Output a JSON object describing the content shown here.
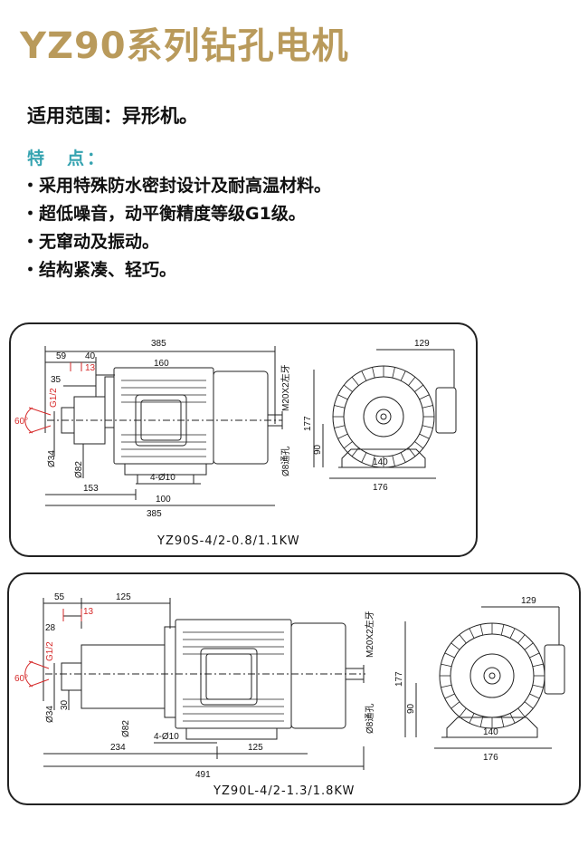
{
  "title": "YZ90系列钻孔电机",
  "scope": "适用范围：异形机。",
  "features_heading": "特　点：",
  "features": [
    "・采用特殊防水密封设计及耐高温材料。",
    "・超低噪音，动平衡精度等级G1级。",
    "・无窜动及振动。",
    "・结构紧凑、轻巧。"
  ],
  "diagrams": [
    {
      "caption": "YZ90S-4/2-0.8/1.1KW",
      "dims": {
        "d385_top": "385",
        "d59": "59",
        "d40": "40",
        "d13": "13",
        "d35": "35",
        "d160": "160",
        "g12": "G1/2",
        "angle": "60°",
        "d34": "Ø34",
        "d82": "Ø82",
        "holes": "4-Ø10",
        "d153": "153",
        "d100": "100",
        "d385_bot": "385",
        "thread": "M20X2左牙",
        "bore": "Ø8通孔",
        "d129": "129",
        "d177": "177",
        "d90": "90",
        "d140": "140",
        "d176": "176"
      }
    },
    {
      "caption": "YZ90L-4/2-1.3/1.8KW",
      "dims": {
        "d55": "55",
        "d125_top": "125",
        "d13": "13",
        "d28": "28",
        "g12": "G1/2",
        "angle": "60°",
        "d34": "Ø34",
        "d30": "30",
        "d82": "Ø82",
        "holes": "4-Ø10",
        "d234": "234",
        "d125_bot": "125",
        "d491": "491",
        "thread": "M20X2左牙",
        "bore": "Ø8通孔",
        "d129": "129",
        "d177": "177",
        "d90": "90",
        "d140": "140",
        "d176": "176"
      }
    }
  ],
  "colors": {
    "title": "#b99a5b",
    "heading": "#35a3b0",
    "red_dim": "#d62a2a"
  }
}
